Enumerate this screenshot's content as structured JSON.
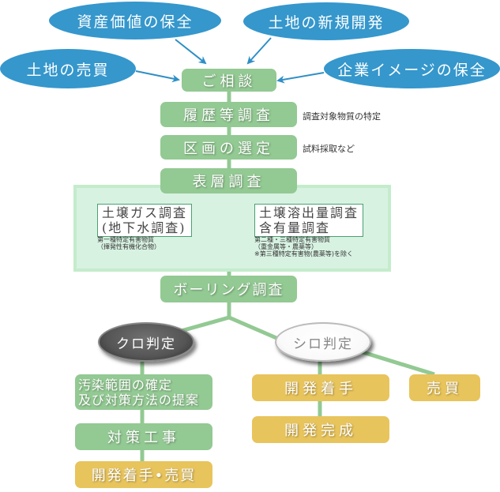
{
  "colors": {
    "motive_blue": "#3597cc",
    "step_green": "#93c993",
    "outcome_yellow": "#e8c45c",
    "panel_bg": "#d8f2e2",
    "connector_green": "#93c993"
  },
  "motives": [
    {
      "label": "資産価値の保全"
    },
    {
      "label": "土地の新規開発"
    },
    {
      "label": "土地の売買"
    },
    {
      "label": "企業イメージの保全"
    }
  ],
  "steps": {
    "consult": "ご相談",
    "history": "履歴等調査",
    "history_note": "調査対象物質の特定",
    "zone": "区画の選定",
    "zone_note": "試料採取など",
    "surface": "表層調査",
    "boring": "ボーリング調査"
  },
  "surface_panel": {
    "left": {
      "title": "土壌ガス調査\n(地下水調査)",
      "note": "第一種特定有害物質\n（揮発性有機化合物）"
    },
    "right": {
      "title": "土壌溶出量調査\n含有量調査",
      "note": "第二種・三種特定有害物質\n（重金属等・農薬等）\n※第三種特定有害物(農薬等)を除く"
    }
  },
  "judgements": {
    "black": "クロ判定",
    "white": "シロ判定"
  },
  "black_path": [
    "汚染範囲の確定\n及び対策方法の提案",
    "対策工事",
    "開発着手•売買"
  ],
  "white_path": {
    "develop_start": "開発着手",
    "develop_done": "開発完成",
    "sale": "売買"
  }
}
